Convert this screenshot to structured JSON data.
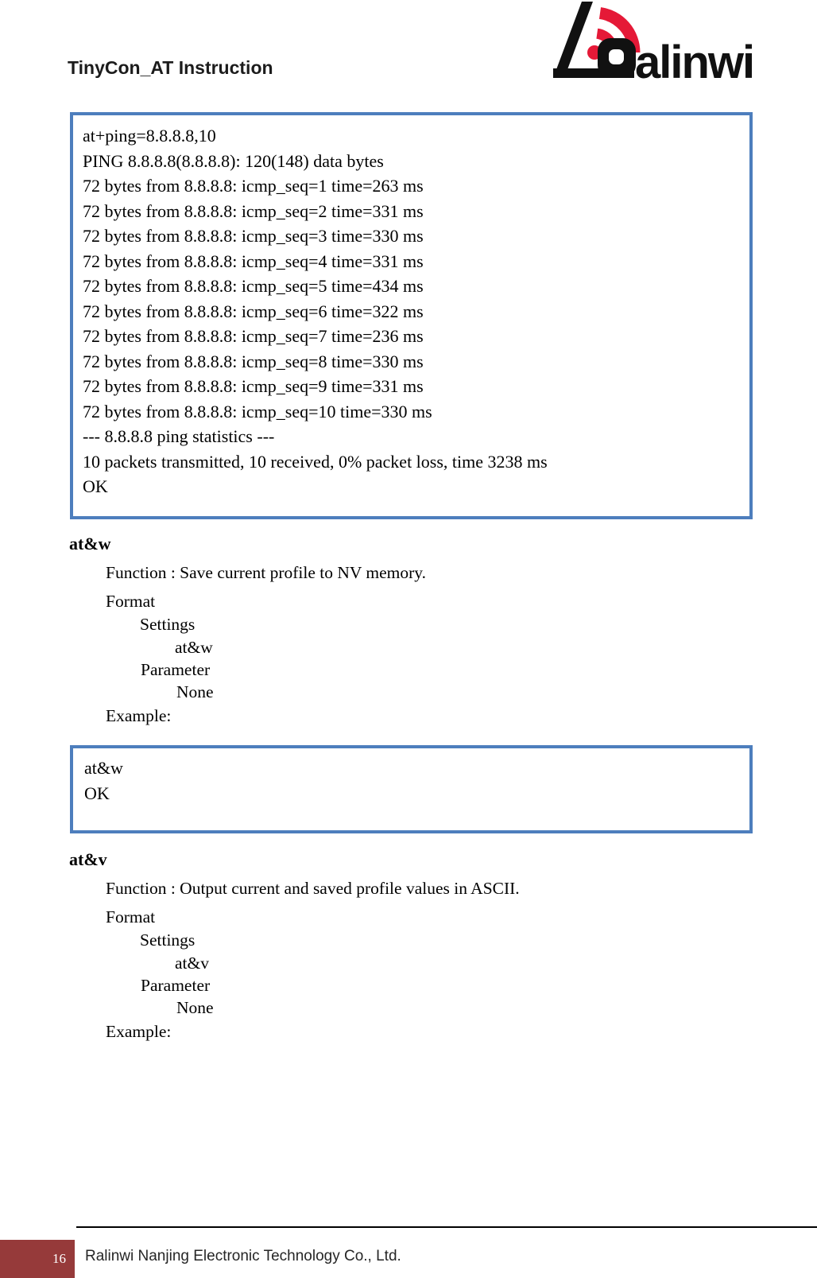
{
  "header": {
    "title": "TinyCon_AT Instruction",
    "logo": {
      "brand": "Ralinwi",
      "wordmark_letters": "alinwi"
    }
  },
  "ping_box": {
    "lines": [
      "at+ping=8.8.8.8,10",
      "PING 8.8.8.8(8.8.8.8): 120(148) data bytes",
      "72 bytes from 8.8.8.8: icmp_seq=1 time=263 ms",
      "72 bytes from 8.8.8.8: icmp_seq=2 time=331 ms",
      "72 bytes from 8.8.8.8: icmp_seq=3 time=330 ms",
      "72 bytes from 8.8.8.8: icmp_seq=4 time=331 ms",
      "72 bytes from 8.8.8.8: icmp_seq=5 time=434 ms",
      "72 bytes from 8.8.8.8: icmp_seq=6 time=322 ms",
      "72 bytes from 8.8.8.8: icmp_seq=7 time=236 ms",
      "72 bytes from 8.8.8.8: icmp_seq=8 time=330 ms",
      "72 bytes from 8.8.8.8: icmp_seq=9 time=331 ms",
      "72 bytes from 8.8.8.8: icmp_seq=10 time=330 ms",
      "--- 8.8.8.8 ping statistics ---",
      "10 packets transmitted, 10 received, 0% packet loss, time 3238 ms",
      "OK"
    ]
  },
  "sections": [
    {
      "heading": "at&w",
      "function_line": "Function : Save current profile to NV memory.",
      "format_label": "Format",
      "settings_label": "Settings",
      "command": "at&w",
      "parameter_label": "Parameter",
      "parameter_value": "None",
      "example_label": "Example:"
    },
    {
      "heading": "at&v",
      "function_line": "Function : Output current and saved profile values in ASCII.",
      "format_label": "Format",
      "settings_label": "Settings",
      "command": "at&v",
      "parameter_label": "Parameter",
      "parameter_value": "None",
      "example_label": "Example:"
    }
  ],
  "example_box": {
    "lines": [
      "at&w",
      "OK"
    ]
  },
  "footer": {
    "page_number": "16",
    "company": "Ralinwi Nanjing Electronic Technology Co., Ltd."
  },
  "colors": {
    "box_border_blue": "#4d7ebd",
    "page_badge_maroon": "#963a3a",
    "logo_red": "#e51937",
    "logo_black": "#111111"
  }
}
